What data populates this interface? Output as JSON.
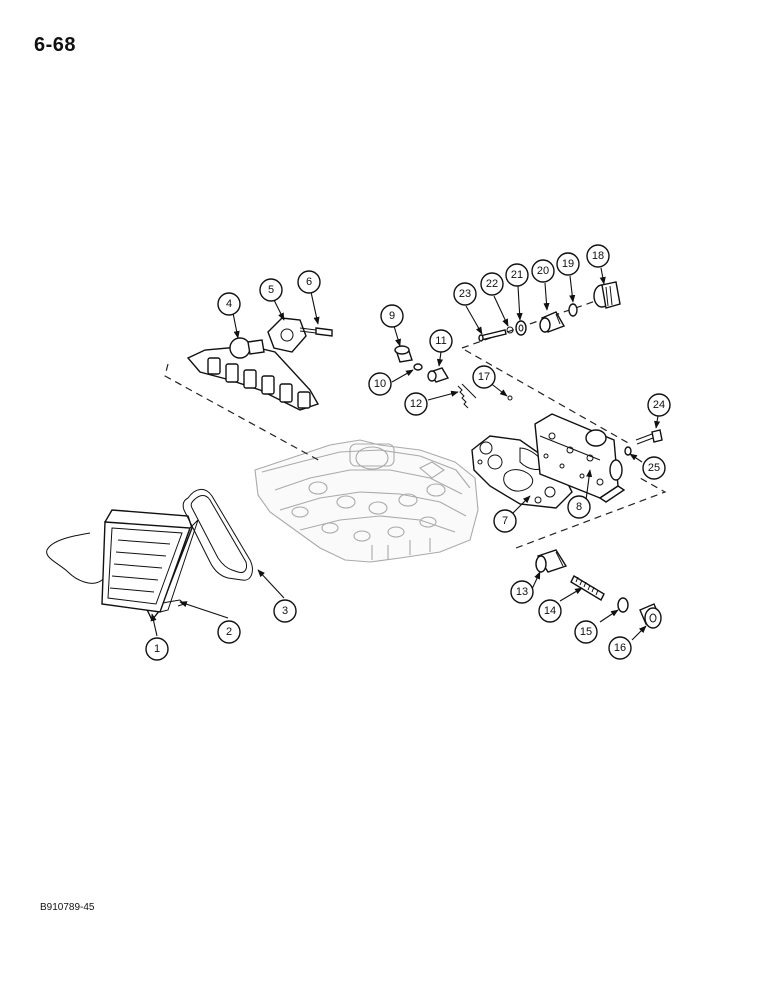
{
  "page": {
    "number": "6-68",
    "figure_code": "B910789-45"
  },
  "callouts": [
    "1",
    "2",
    "3",
    "4",
    "5",
    "6",
    "7",
    "8",
    "9",
    "10",
    "11",
    "12",
    "13",
    "14",
    "15",
    "16",
    "17",
    "18",
    "19",
    "20",
    "21",
    "22",
    "23",
    "24",
    "25"
  ]
}
